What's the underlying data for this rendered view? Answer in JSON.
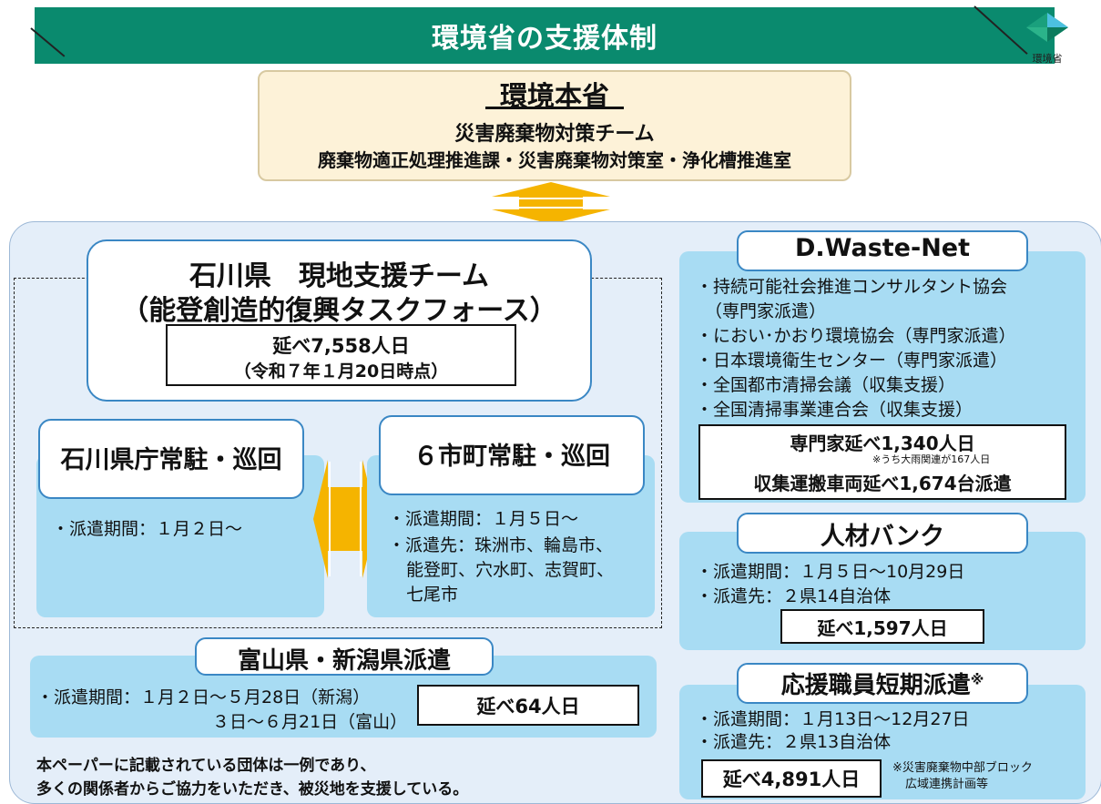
{
  "header": {
    "title": "環境省の支援体制",
    "logo_label": "環境省"
  },
  "ministry": {
    "title": "環境本省",
    "team": "災害廃棄物対策チーム",
    "divisions": "廃棄物適正処理推進課・災害廃棄物対策室・浄化槽推進室"
  },
  "ishikawa": {
    "title_line1": "石川県　現地支援チーム",
    "title_line2": "（能登創造的復興タスクフォース）",
    "total_line1": "延べ7,558人日",
    "total_line2": "（令和７年１月20日時点）",
    "pref_office": {
      "title": "石川県庁常駐・巡回",
      "period": "・派遣期間：１月２日～"
    },
    "six_towns": {
      "title": "６市町常駐・巡回",
      "period": "・派遣期間：１月５日～",
      "dest_line1": "・派遣先：珠洲市、輪島市、",
      "dest_line2": "能登町、穴水町、志賀町、",
      "dest_line3": "七尾市"
    }
  },
  "toyama_niigata": {
    "title": "富山県・新潟県派遣",
    "period_line1": "・派遣期間：１月２日～５月28日（新潟）",
    "period_line2": "３日～６月21日（富山）",
    "total": "延べ64人日"
  },
  "footnote": {
    "line1": "本ペーパーに記載されている団体は一例であり、",
    "line2": "多くの関係者からご協力をいただき、被災地を支援している。"
  },
  "dwaste": {
    "title": "D.Waste-Net",
    "items": [
      "・持続可能社会推進コンサルタント協会",
      "（専門家派遣）",
      "・におい･かおり環境協会（専門家派遣）",
      "・日本環境衛生センター（専門家派遣）",
      "・全国都市清掃会議（収集支援）",
      "・全国清掃事業連合会（収集支援）"
    ],
    "experts_total": "専門家延べ1,340人日",
    "experts_note": "※うち大雨関連が167人日",
    "vehicles_total": "収集運搬車両延べ1,674台派遣"
  },
  "jinzai": {
    "title": "人材バンク",
    "period": "・派遣期間：１月５日～10月29日",
    "dest": "・派遣先：２県14自治体",
    "total": "延べ1,597人日"
  },
  "support_staff": {
    "title": "応援職員短期派遣",
    "title_mark": "※",
    "period": "・派遣期間：１月13日～12月27日",
    "dest": "・派遣先：２県13自治体",
    "total": "延べ4,891人日",
    "note_line1": "※災害廃棄物中部ブロック",
    "note_line2": "広域連携計画等"
  },
  "colors": {
    "header_green": "#0a8a6e",
    "ministry_fill": "#fdf2d8",
    "panel_blue": "#a8dcf3",
    "region_blue": "#e4eef9",
    "arrow_orange": "#f5b400"
  }
}
